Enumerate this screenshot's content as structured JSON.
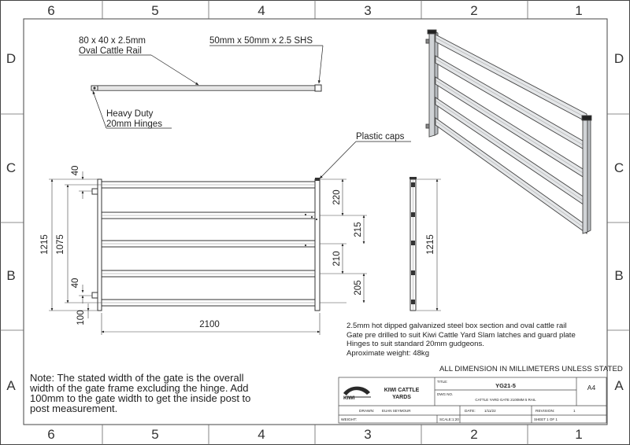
{
  "zones": {
    "columns": [
      "6",
      "5",
      "4",
      "3",
      "2",
      "1"
    ],
    "rows": [
      "D",
      "C",
      "B",
      "A"
    ]
  },
  "callouts": {
    "rail_line1": "80 x 40 x 2.5mm",
    "rail_line2": "Oval Cattle Rail",
    "shs": "50mm x 50mm x 2.5 SHS",
    "hinge_line1": "Heavy Duty",
    "hinge_line2": "20mm Hinges",
    "caps": "Plastic caps"
  },
  "dimensions": {
    "width": "2100",
    "height_overall": "1215",
    "height_inner": "1075",
    "hinge_top": "40",
    "hinge_bottom": "40",
    "bottom_gap": "100",
    "spacing_1": "220",
    "spacing_2": "215",
    "spacing_3": "210",
    "spacing_4": "205",
    "side_height": "1215"
  },
  "spec": {
    "line1": "2.5mm hot dipped galvanized steel box section and oval cattle rail",
    "line2": "Gate pre drilled to suit Kiwi Cattle Yard Slam latches and guard plate",
    "line3": "Hinges to suit standard 20mm gudgeons.",
    "line4": "Aproximate weight: 48kg"
  },
  "all_dimensions": "ALL DIMENSION IN MILLIMETERS UNLESS STATED",
  "note": "Note: The stated width of the gate is the overall width of the gate frame excluding the hinge. Add 100mm to the gate width to get the inside post to post measurement.",
  "title_block": {
    "logo_text": "KIWI",
    "company_line1": "KIWI CATTLE",
    "company_line2": "YARDS",
    "title_label": "TITLE:",
    "title_value": "YG21-5",
    "size": "A4",
    "dwg_label": "DWG NO.",
    "dwg_value": "CATTLE YARD GATE 2100MM 5 RAIL",
    "drawn_label": "DRAWN:",
    "drawn_value": "EUAN SEYMOUR",
    "date_label": "DATE:",
    "date_value": "1/11/22",
    "revision_label": "REVISION:",
    "revision_value": "1",
    "weight_label": "WEIGHT:",
    "scale_label": "SCALE:1:20",
    "sheet_label": "SHEET 1 OF 1"
  }
}
